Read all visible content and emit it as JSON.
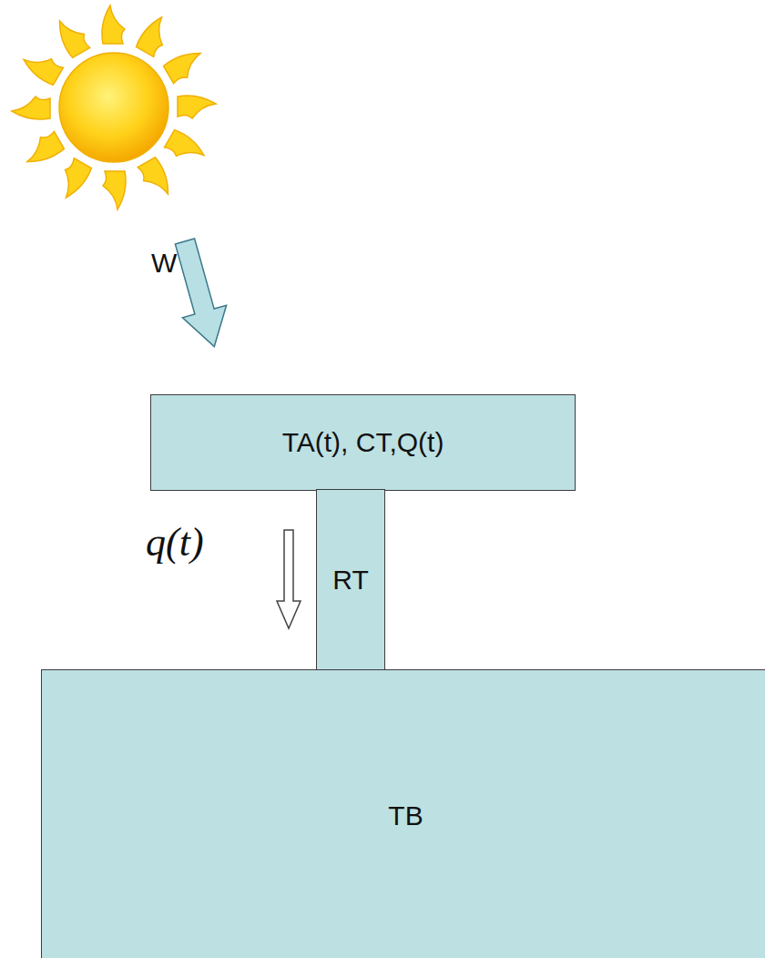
{
  "diagram": {
    "nodes": [
      {
        "text": [
          "TA(t), CT,Q(t)"
        ]
      },
      {
        "text": [
          "RT"
        ]
      },
      {
        "text": [
          "TB"
        ]
      }
    ],
    "labels": [
      "W",
      "q(t)"
    ]
  }
}
